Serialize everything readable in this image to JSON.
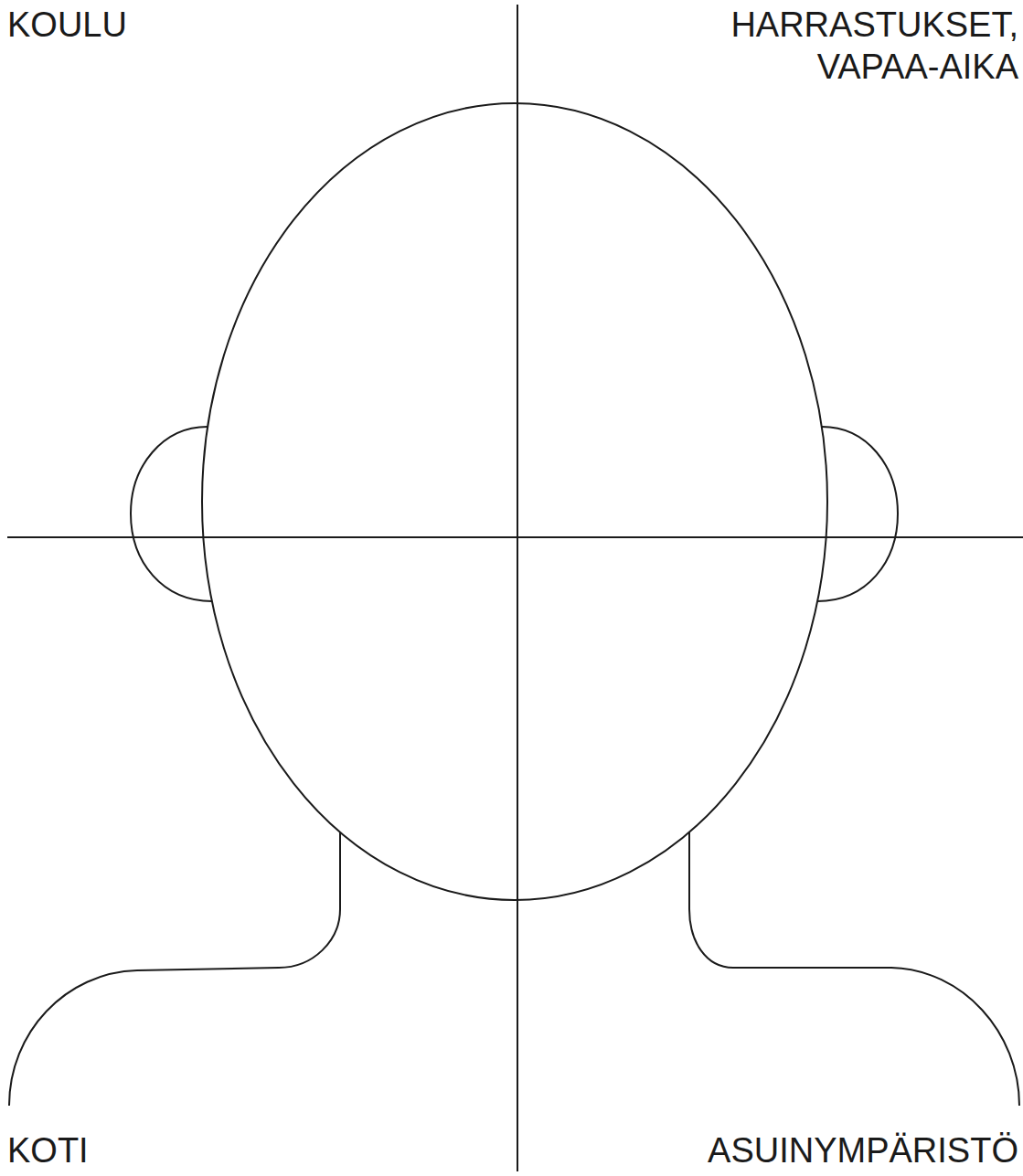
{
  "diagram": {
    "labels": [
      "KOULU",
      "HARRASTUKSET, VAPAA-AIKA",
      "KOTI",
      "ASUINYMPÄRISTÖ"
    ]
  }
}
